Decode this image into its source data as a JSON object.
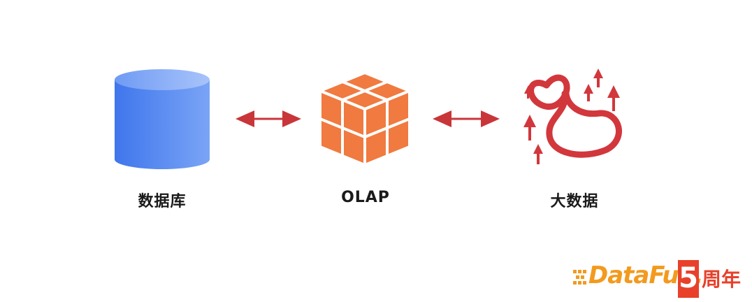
{
  "nodes": [
    {
      "id": "database",
      "label": "数据库"
    },
    {
      "id": "olap",
      "label": "OLAP"
    },
    {
      "id": "bigdata",
      "label": "大数据"
    }
  ],
  "connections": [
    {
      "from": "database",
      "to": "olap",
      "type": "bidirectional"
    },
    {
      "from": "olap",
      "to": "bigdata",
      "type": "bidirectional"
    }
  ],
  "colors": {
    "database": "#4a83ee",
    "cube": "#f07a3f",
    "bigdata": "#d2373c",
    "arrow": "#c8363a"
  },
  "logo": {
    "brand": "DataFun.",
    "number": "5",
    "suffix": "周年"
  }
}
